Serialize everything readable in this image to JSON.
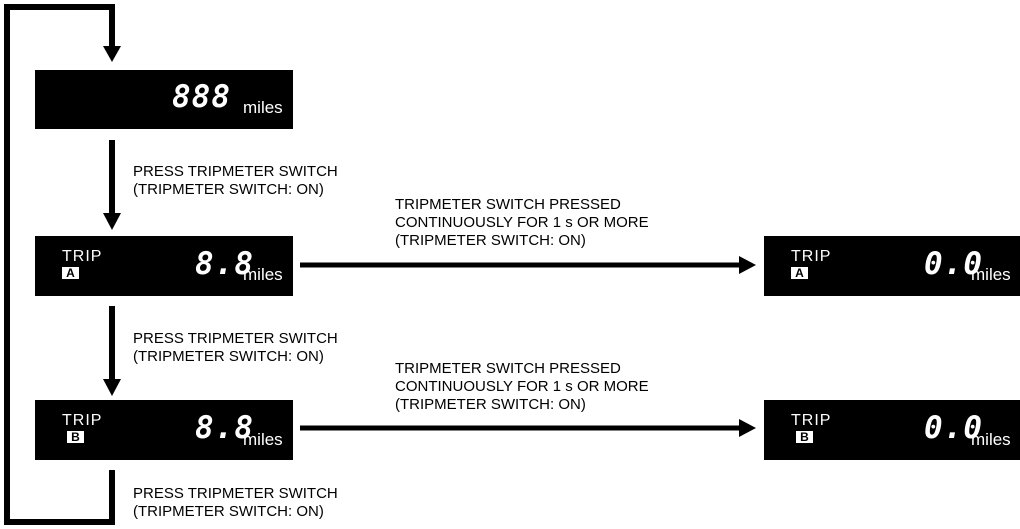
{
  "displays": {
    "main": {
      "digits": "888",
      "unit": "miles"
    },
    "trip_a": {
      "trip_label": "TRIP",
      "badge": "A",
      "digits": "8.8",
      "unit": "miles"
    },
    "trip_b": {
      "trip_label": "TRIP",
      "badge": "B",
      "digits": "8.8",
      "unit": "miles"
    },
    "trip_a_reset": {
      "trip_label": "TRIP",
      "badge": "A",
      "digits": "0.0",
      "unit": "miles"
    },
    "trip_b_reset": {
      "trip_label": "TRIP",
      "badge": "B",
      "digits": "0.0",
      "unit": "miles"
    }
  },
  "labels": {
    "press_1": {
      "line1": "PRESS TRIPMETER SWITCH",
      "line2": "(TRIPMETER SWITCH: ON)"
    },
    "press_2": {
      "line1": "PRESS TRIPMETER SWITCH",
      "line2": "(TRIPMETER SWITCH: ON)"
    },
    "press_3": {
      "line1": "PRESS TRIPMETER SWITCH",
      "line2": "(TRIPMETER SWITCH: ON)"
    },
    "hold_1": {
      "line1": "TRIPMETER SWITCH PRESSED",
      "line2": "CONTINUOUSLY FOR 1 s OR MORE",
      "line3": "(TRIPMETER SWITCH: ON)"
    },
    "hold_2": {
      "line1": "TRIPMETER SWITCH PRESSED",
      "line2": "CONTINUOUSLY FOR 1 s OR MORE",
      "line3": "(TRIPMETER SWITCH: ON)"
    }
  }
}
